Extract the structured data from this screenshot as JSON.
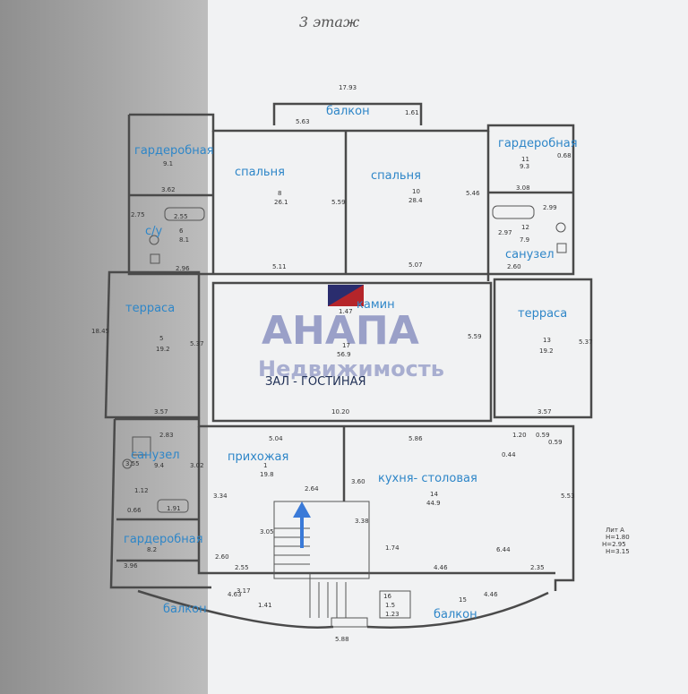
{
  "floor_title": "3 этаж",
  "watermark": {
    "brand": "АНАПА",
    "tagline": "Недвижимость"
  },
  "rooms": {
    "balcony_top": "балкон",
    "wardrobe_nw": "гардеробная",
    "bedroom_1": "спальня",
    "bedroom_2": "спальня",
    "wardrobe_ne": "гардеробная",
    "wc": "с/у",
    "bathroom_e": "санузел",
    "terrace_w": "терраса",
    "fireplace": "камин",
    "terrace_e": "терраса",
    "living_room": "ЗАЛ - ГОСТИНАЯ",
    "bathroom_sw": "санузел",
    "hallway": "прихожая",
    "kitchen": "кухня- столовая",
    "wardrobe_sw": "гардеробная",
    "balcony_sw": "балкон",
    "balcony_s": "балкон"
  },
  "dims": {
    "d1": "17.93",
    "d2": "5.63",
    "d3": "1.61",
    "d4": "9.1",
    "d5": "3.62",
    "d6": "8",
    "d7": "26.1",
    "d8": "5.59",
    "d9": "10",
    "d10": "28.4",
    "d11": "5.46",
    "d12": "11",
    "d13": "9.3",
    "d14": "0.68",
    "d15": "3.08",
    "d16": "2.75",
    "d17": "2.55",
    "d18": "6",
    "d19": "8.1",
    "d20": "2.96",
    "d21": "5.11",
    "d22": "5.07",
    "d23": "2.99",
    "d24": "12",
    "d25": "7.9",
    "d26": "2.60",
    "d27": "2.97",
    "d28": "18.45",
    "d29": "1.47",
    "d30": "5.37",
    "d31": "5",
    "d32": "19.2",
    "d33": "17",
    "d34": "56.9",
    "d35": "5.59",
    "d36": "13",
    "d37": "19.2",
    "d38": "5.37",
    "d39": "3.57",
    "d40": "10.20",
    "d41": "3.57",
    "d42": "2.83",
    "d43": "5.04",
    "d44": "5.86",
    "d45": "1.20",
    "d46": "0.59",
    "d47": "0.59",
    "d48": "0.44",
    "d49": "3.55",
    "d50": "9.4",
    "d51": "3.02",
    "d52": "1.12",
    "d53": "0.66",
    "d54": "1.91",
    "d55": "1",
    "d56": "19.8",
    "d57": "2.64",
    "d58": "3.60",
    "d59": "14",
    "d60": "44.9",
    "d61": "5.53",
    "d62": "3.34",
    "d63": "3.05",
    "d64": "3.38",
    "d65": "1.74",
    "d66": "6.44",
    "d67": "8.2",
    "d68": "3.96",
    "d69": "2.55",
    "d70": "4.46",
    "d71": "2.35",
    "d72": "4.63",
    "d73": "1.41",
    "d74": "4.46",
    "d75": "16",
    "d76": "1.5",
    "d77": "1.23",
    "d78": "15",
    "d79": "5.88",
    "d80": "Лит А",
    "d81": "Н=1.80",
    "d82": "Н=2.95",
    "d83": "Н=3.15",
    "d84": "3.17",
    "d85": "2.60"
  }
}
